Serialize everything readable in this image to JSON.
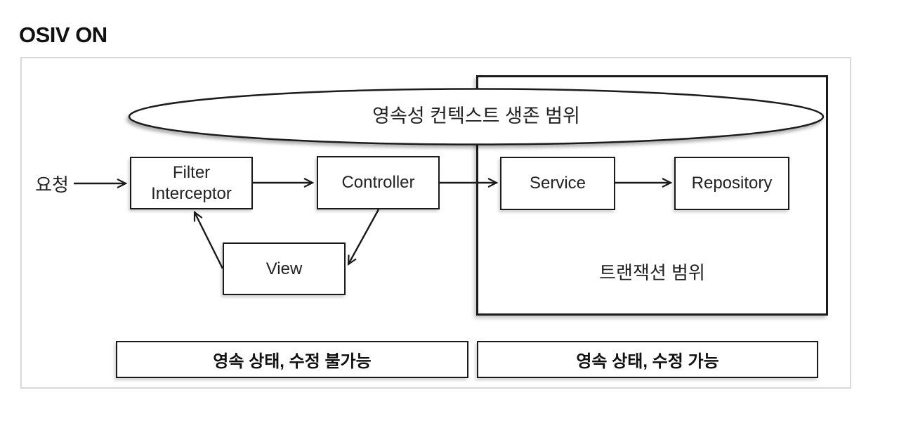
{
  "title": "OSIV ON",
  "diagram": {
    "persistence_context_label": "영속성 컨텍스트 생존 범위",
    "transaction_scope_label": "트랜잭션 범위",
    "request_label": "요청",
    "nodes": {
      "filter_interceptor": {
        "line1": "Filter",
        "line2": "Interceptor"
      },
      "controller": "Controller",
      "service": "Service",
      "repository": "Repository",
      "view": "View"
    },
    "bottom_labels": {
      "left": "영속 상태, 수정 불가능",
      "right": "영속 상태, 수정 가능"
    },
    "colors": {
      "stroke": "#1a1a1a",
      "outer_border": "#d9d9d9",
      "background": "#ffffff"
    }
  }
}
